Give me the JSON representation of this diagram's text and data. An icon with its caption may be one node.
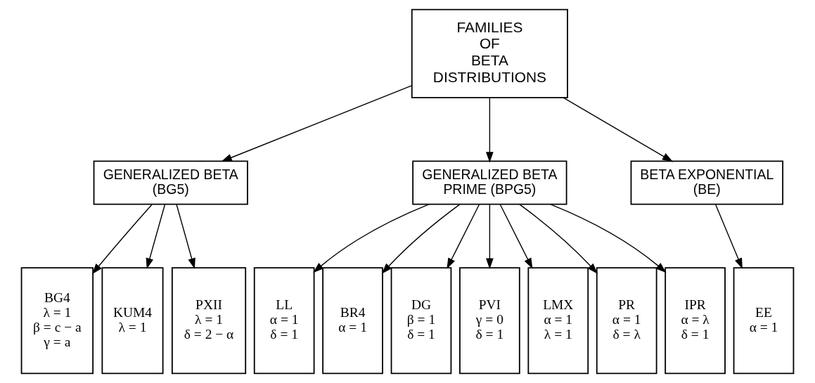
{
  "diagram": {
    "nodes": [
      {
        "text": [
          "FAMILIES OF BETA DISTRIBUTIONS"
        ]
      },
      {
        "text": [
          "GENERALIZED BETA (BG5)"
        ]
      },
      {
        "text": [
          "GENERALIZED BETA PRIME (BPG5)"
        ]
      },
      {
        "text": [
          "BETA EXPONENTIAL (BE)"
        ]
      },
      {
        "text": [
          "BG4",
          "λ = 1",
          "β = c − a",
          "γ = a"
        ]
      },
      {
        "text": [
          "KUM4",
          "λ = 1"
        ]
      },
      {
        "text": [
          "PXII",
          "λ = 1",
          "δ = 2 − α"
        ]
      },
      {
        "text": [
          "LL",
          "α = 1",
          "δ = 1"
        ]
      },
      {
        "text": [
          "BR4",
          "α = 1"
        ]
      },
      {
        "text": [
          "DG",
          "β = 1",
          "δ = 1"
        ]
      },
      {
        "text": [
          "PVI",
          "γ = 0",
          "δ = 1"
        ]
      },
      {
        "text": [
          "LMX",
          "α = 1",
          "λ = 1"
        ]
      },
      {
        "text": [
          "PR",
          "α = 1",
          "δ = λ"
        ]
      },
      {
        "text": [
          "IPR",
          "α = λ",
          "δ = 1"
        ]
      },
      {
        "text": [
          "EE",
          "α = 1"
        ]
      }
    ],
    "edges": [
      {
        "from": 0,
        "to": 1,
        "arrow": "to"
      },
      {
        "from": 0,
        "to": 2,
        "arrow": "to"
      },
      {
        "from": 0,
        "to": 3,
        "arrow": "to"
      },
      {
        "from": 1,
        "to": 4,
        "arrow": "to"
      },
      {
        "from": 1,
        "to": 5,
        "arrow": "to"
      },
      {
        "from": 1,
        "to": 6,
        "arrow": "to"
      },
      {
        "from": 2,
        "to": 7,
        "arrow": "to"
      },
      {
        "from": 2,
        "to": 8,
        "arrow": "to"
      },
      {
        "from": 2,
        "to": 9,
        "arrow": "to"
      },
      {
        "from": 2,
        "to": 10,
        "arrow": "to"
      },
      {
        "from": 2,
        "to": 11,
        "arrow": "to"
      },
      {
        "from": 2,
        "to": 12,
        "arrow": "to"
      },
      {
        "from": 2,
        "to": 13,
        "arrow": "to"
      },
      {
        "from": 3,
        "to": 14,
        "arrow": "to"
      }
    ]
  }
}
